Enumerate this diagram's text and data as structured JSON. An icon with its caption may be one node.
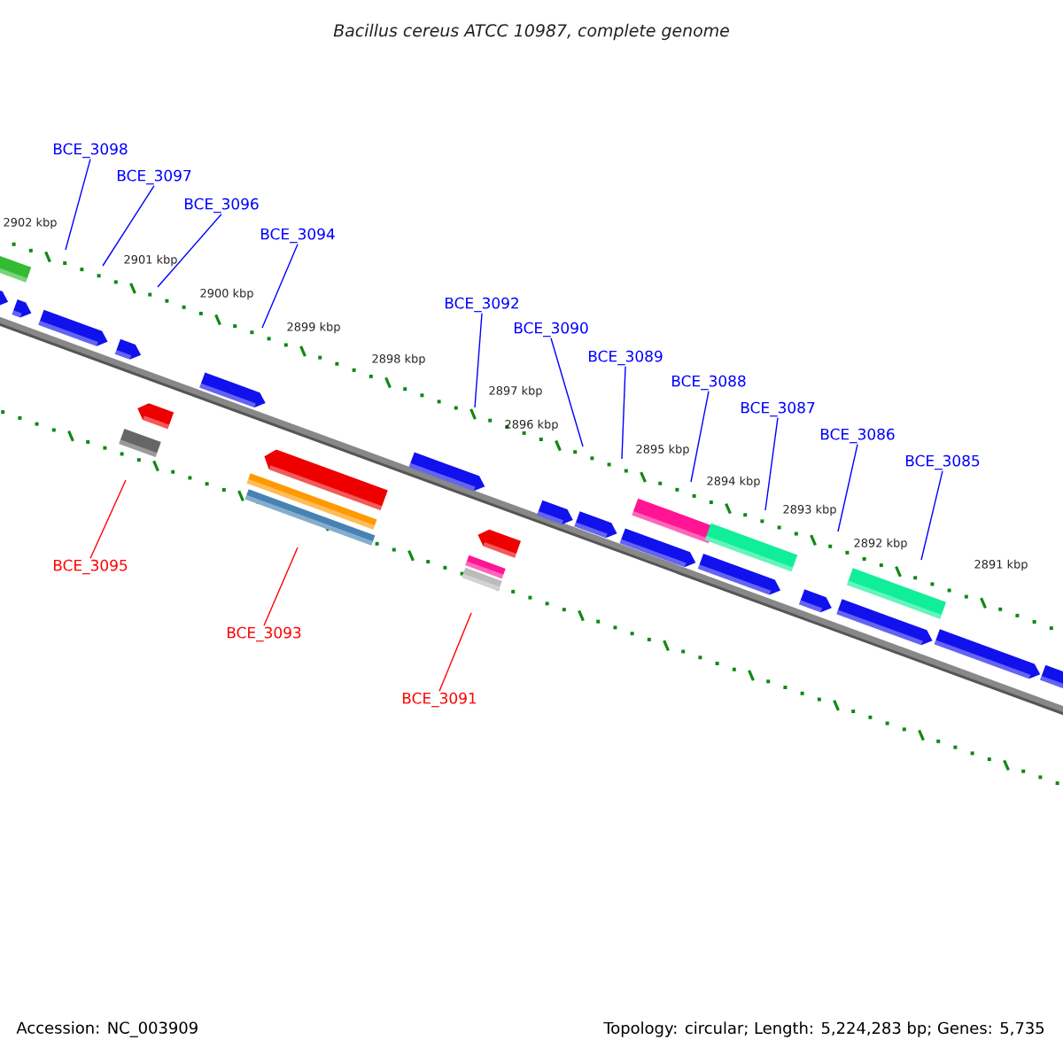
{
  "diagram": {
    "title": "Bacillus cereus ATCC 10987, complete genome",
    "nodes": [
      {
        "text": [
          "BCE_3098"
        ]
      },
      {
        "text": [
          "BCE_3097"
        ]
      },
      {
        "text": [
          "BCE_3096"
        ]
      },
      {
        "text": [
          "BCE_3094"
        ]
      },
      {
        "text": [
          "BCE_3092"
        ]
      },
      {
        "text": [
          "BCE_3090"
        ]
      },
      {
        "text": [
          "BCE_3089"
        ]
      },
      {
        "text": [
          "BCE_3088"
        ]
      },
      {
        "text": [
          "BCE_3087"
        ]
      },
      {
        "text": [
          "BCE_3086"
        ]
      },
      {
        "text": [
          "BCE_3085"
        ]
      },
      {
        "text": [
          "BCE_3095"
        ]
      },
      {
        "text": [
          "BCE_3093"
        ]
      },
      {
        "text": [
          "BCE_3091"
        ]
      }
    ],
    "edges": [
      {
        "from": 0,
        "to": null,
        "arrow": "none"
      },
      {
        "from": 1,
        "to": null,
        "arrow": "none"
      },
      {
        "from": 2,
        "to": null,
        "arrow": "none"
      },
      {
        "from": 3,
        "to": null,
        "arrow": "none"
      },
      {
        "from": 4,
        "to": null,
        "arrow": "none"
      },
      {
        "from": 5,
        "to": null,
        "arrow": "none"
      },
      {
        "from": 6,
        "to": null,
        "arrow": "none"
      },
      {
        "from": 7,
        "to": null,
        "arrow": "none"
      },
      {
        "from": 8,
        "to": null,
        "arrow": "none"
      },
      {
        "from": 9,
        "to": null,
        "arrow": "none"
      },
      {
        "from": 10,
        "to": null,
        "arrow": "none"
      },
      {
        "from": 11,
        "to": null,
        "arrow": "none",
        "color": "#ff0000"
      },
      {
        "from": 12,
        "to": null,
        "arrow": "none",
        "color": "#ff0000"
      },
      {
        "from": 13,
        "to": null,
        "arrow": "none",
        "color": "#ff0000"
      }
    ],
    "labels": [
      "2902 kbp",
      "2901 kbp",
      "2900 kbp",
      "2899 kbp",
      "2898 kbp",
      "2897 kbp",
      "2896 kbp",
      "2895 kbp",
      "2894 kbp",
      "2893 kbp",
      "2892 kbp",
      "2891 kbp",
      "Accession: NC_003909",
      "Topology: circular; Length: 5,224,283 bp; Genes: 5,735"
    ]
  }
}
